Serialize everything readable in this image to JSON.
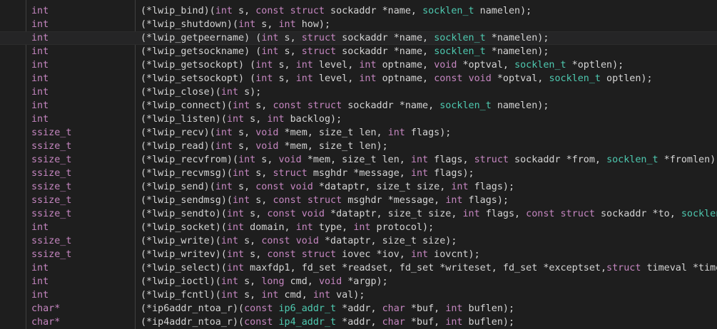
{
  "colors": {
    "background": "#1e1e1e",
    "current_line": "#252526",
    "keyword": "#c586c0",
    "type": "#4ec9b0",
    "text": "#d4d4d4"
  },
  "code_lines": [
    {
      "ret": [
        {
          "t": "int",
          "c": "kw"
        }
      ],
      "decl": [
        {
          "t": "(*lwip_bind)(",
          "c": "p"
        },
        {
          "t": "int",
          "c": "kw"
        },
        {
          "t": " s, ",
          "c": "p"
        },
        {
          "t": "const",
          "c": "kw"
        },
        {
          "t": " ",
          "c": "p"
        },
        {
          "t": "struct",
          "c": "kw"
        },
        {
          "t": " sockaddr *name, ",
          "c": "p"
        },
        {
          "t": "socklen_t",
          "c": "ty"
        },
        {
          "t": " namelen);",
          "c": "p"
        }
      ]
    },
    {
      "ret": [
        {
          "t": "int",
          "c": "kw"
        }
      ],
      "decl": [
        {
          "t": "(*lwip_shutdown)(",
          "c": "p"
        },
        {
          "t": "int",
          "c": "kw"
        },
        {
          "t": " s, ",
          "c": "p"
        },
        {
          "t": "int",
          "c": "kw"
        },
        {
          "t": " how);",
          "c": "p"
        }
      ]
    },
    {
      "ret": [
        {
          "t": "int",
          "c": "kw"
        }
      ],
      "decl": [
        {
          "t": "(*lwip_getpeername) (",
          "c": "p"
        },
        {
          "t": "int",
          "c": "kw"
        },
        {
          "t": " s, ",
          "c": "p"
        },
        {
          "t": "struct",
          "c": "kw"
        },
        {
          "t": " sockaddr *name, ",
          "c": "p"
        },
        {
          "t": "socklen_t",
          "c": "ty"
        },
        {
          "t": " *namelen);",
          "c": "p"
        }
      ],
      "current": true
    },
    {
      "ret": [
        {
          "t": "int",
          "c": "kw"
        }
      ],
      "decl": [
        {
          "t": "(*lwip_getsockname) (",
          "c": "p"
        },
        {
          "t": "int",
          "c": "kw"
        },
        {
          "t": " s, ",
          "c": "p"
        },
        {
          "t": "struct",
          "c": "kw"
        },
        {
          "t": " sockaddr *name, ",
          "c": "p"
        },
        {
          "t": "socklen_t",
          "c": "ty"
        },
        {
          "t": " *namelen);",
          "c": "p"
        }
      ]
    },
    {
      "ret": [
        {
          "t": "int",
          "c": "kw"
        }
      ],
      "decl": [
        {
          "t": "(*lwip_getsockopt) (",
          "c": "p"
        },
        {
          "t": "int",
          "c": "kw"
        },
        {
          "t": " s, ",
          "c": "p"
        },
        {
          "t": "int",
          "c": "kw"
        },
        {
          "t": " level, ",
          "c": "p"
        },
        {
          "t": "int",
          "c": "kw"
        },
        {
          "t": " optname, ",
          "c": "p"
        },
        {
          "t": "void",
          "c": "kw"
        },
        {
          "t": " *optval, ",
          "c": "p"
        },
        {
          "t": "socklen_t",
          "c": "ty"
        },
        {
          "t": " *optlen);",
          "c": "p"
        }
      ]
    },
    {
      "ret": [
        {
          "t": "int",
          "c": "kw"
        }
      ],
      "decl": [
        {
          "t": "(*lwip_setsockopt) (",
          "c": "p"
        },
        {
          "t": "int",
          "c": "kw"
        },
        {
          "t": " s, ",
          "c": "p"
        },
        {
          "t": "int",
          "c": "kw"
        },
        {
          "t": " level, ",
          "c": "p"
        },
        {
          "t": "int",
          "c": "kw"
        },
        {
          "t": " optname, ",
          "c": "p"
        },
        {
          "t": "const",
          "c": "kw"
        },
        {
          "t": " ",
          "c": "p"
        },
        {
          "t": "void",
          "c": "kw"
        },
        {
          "t": " *optval, ",
          "c": "p"
        },
        {
          "t": "socklen_t",
          "c": "ty"
        },
        {
          "t": " optlen);",
          "c": "p"
        }
      ]
    },
    {
      "ret": [
        {
          "t": "int",
          "c": "kw"
        }
      ],
      "decl": [
        {
          "t": "(*lwip_close)(",
          "c": "p"
        },
        {
          "t": "int",
          "c": "kw"
        },
        {
          "t": " s);",
          "c": "p"
        }
      ]
    },
    {
      "ret": [
        {
          "t": "int",
          "c": "kw"
        }
      ],
      "decl": [
        {
          "t": "(*lwip_connect)(",
          "c": "p"
        },
        {
          "t": "int",
          "c": "kw"
        },
        {
          "t": " s, ",
          "c": "p"
        },
        {
          "t": "const",
          "c": "kw"
        },
        {
          "t": " ",
          "c": "p"
        },
        {
          "t": "struct",
          "c": "kw"
        },
        {
          "t": " sockaddr *name, ",
          "c": "p"
        },
        {
          "t": "socklen_t",
          "c": "ty"
        },
        {
          "t": " namelen);",
          "c": "p"
        }
      ]
    },
    {
      "ret": [
        {
          "t": "int",
          "c": "kw"
        }
      ],
      "decl": [
        {
          "t": "(*lwip_listen)(",
          "c": "p"
        },
        {
          "t": "int",
          "c": "kw"
        },
        {
          "t": " s, ",
          "c": "p"
        },
        {
          "t": "int",
          "c": "kw"
        },
        {
          "t": " backlog);",
          "c": "p"
        }
      ]
    },
    {
      "ret": [
        {
          "t": "ssize_t",
          "c": "kw"
        }
      ],
      "decl": [
        {
          "t": "(*lwip_recv)(",
          "c": "p"
        },
        {
          "t": "int",
          "c": "kw"
        },
        {
          "t": " s, ",
          "c": "p"
        },
        {
          "t": "void",
          "c": "kw"
        },
        {
          "t": " *mem, size_t len, ",
          "c": "p"
        },
        {
          "t": "int",
          "c": "kw"
        },
        {
          "t": " flags);",
          "c": "p"
        }
      ]
    },
    {
      "ret": [
        {
          "t": "ssize_t",
          "c": "kw"
        }
      ],
      "decl": [
        {
          "t": "(*lwip_read)(",
          "c": "p"
        },
        {
          "t": "int",
          "c": "kw"
        },
        {
          "t": " s, ",
          "c": "p"
        },
        {
          "t": "void",
          "c": "kw"
        },
        {
          "t": " *mem, size_t len);",
          "c": "p"
        }
      ]
    },
    {
      "ret": [
        {
          "t": "ssize_t",
          "c": "kw"
        }
      ],
      "decl": [
        {
          "t": "(*lwip_recvfrom)(",
          "c": "p"
        },
        {
          "t": "int",
          "c": "kw"
        },
        {
          "t": " s, ",
          "c": "p"
        },
        {
          "t": "void",
          "c": "kw"
        },
        {
          "t": " *mem, size_t len, ",
          "c": "p"
        },
        {
          "t": "int",
          "c": "kw"
        },
        {
          "t": " flags, ",
          "c": "p"
        },
        {
          "t": "struct",
          "c": "kw"
        },
        {
          "t": " sockaddr *from, ",
          "c": "p"
        },
        {
          "t": "socklen_t",
          "c": "ty"
        },
        {
          "t": " *fromlen);",
          "c": "p"
        }
      ]
    },
    {
      "ret": [
        {
          "t": "ssize_t",
          "c": "kw"
        }
      ],
      "decl": [
        {
          "t": "(*lwip_recvmsg)(",
          "c": "p"
        },
        {
          "t": "int",
          "c": "kw"
        },
        {
          "t": " s, ",
          "c": "p"
        },
        {
          "t": "struct",
          "c": "kw"
        },
        {
          "t": " msghdr *message, ",
          "c": "p"
        },
        {
          "t": "int",
          "c": "kw"
        },
        {
          "t": " flags);",
          "c": "p"
        }
      ]
    },
    {
      "ret": [
        {
          "t": "ssize_t",
          "c": "kw"
        }
      ],
      "decl": [
        {
          "t": "(*lwip_send)(",
          "c": "p"
        },
        {
          "t": "int",
          "c": "kw"
        },
        {
          "t": " s, ",
          "c": "p"
        },
        {
          "t": "const",
          "c": "kw"
        },
        {
          "t": " ",
          "c": "p"
        },
        {
          "t": "void",
          "c": "kw"
        },
        {
          "t": " *dataptr, size_t size, ",
          "c": "p"
        },
        {
          "t": "int",
          "c": "kw"
        },
        {
          "t": " flags);",
          "c": "p"
        }
      ]
    },
    {
      "ret": [
        {
          "t": "ssize_t",
          "c": "kw"
        }
      ],
      "decl": [
        {
          "t": "(*lwip_sendmsg)(",
          "c": "p"
        },
        {
          "t": "int",
          "c": "kw"
        },
        {
          "t": " s, ",
          "c": "p"
        },
        {
          "t": "const",
          "c": "kw"
        },
        {
          "t": " ",
          "c": "p"
        },
        {
          "t": "struct",
          "c": "kw"
        },
        {
          "t": " msghdr *message, ",
          "c": "p"
        },
        {
          "t": "int",
          "c": "kw"
        },
        {
          "t": " flags);",
          "c": "p"
        }
      ]
    },
    {
      "ret": [
        {
          "t": "ssize_t",
          "c": "kw"
        }
      ],
      "decl": [
        {
          "t": "(*lwip_sendto)(",
          "c": "p"
        },
        {
          "t": "int",
          "c": "kw"
        },
        {
          "t": " s, ",
          "c": "p"
        },
        {
          "t": "const",
          "c": "kw"
        },
        {
          "t": " ",
          "c": "p"
        },
        {
          "t": "void",
          "c": "kw"
        },
        {
          "t": " *dataptr, size_t size, ",
          "c": "p"
        },
        {
          "t": "int",
          "c": "kw"
        },
        {
          "t": " flags, ",
          "c": "p"
        },
        {
          "t": "const",
          "c": "kw"
        },
        {
          "t": " ",
          "c": "p"
        },
        {
          "t": "struct",
          "c": "kw"
        },
        {
          "t": " sockaddr *to, ",
          "c": "p"
        },
        {
          "t": "socklen_t",
          "c": "ty"
        },
        {
          "t": " t",
          "c": "p"
        }
      ]
    },
    {
      "ret": [
        {
          "t": "int",
          "c": "kw"
        }
      ],
      "decl": [
        {
          "t": "(*lwip_socket)(",
          "c": "p"
        },
        {
          "t": "int",
          "c": "kw"
        },
        {
          "t": " domain, ",
          "c": "p"
        },
        {
          "t": "int",
          "c": "kw"
        },
        {
          "t": " type, ",
          "c": "p"
        },
        {
          "t": "int",
          "c": "kw"
        },
        {
          "t": " protocol);",
          "c": "p"
        }
      ]
    },
    {
      "ret": [
        {
          "t": "ssize_t",
          "c": "kw"
        }
      ],
      "decl": [
        {
          "t": "(*lwip_write)(",
          "c": "p"
        },
        {
          "t": "int",
          "c": "kw"
        },
        {
          "t": " s, ",
          "c": "p"
        },
        {
          "t": "const",
          "c": "kw"
        },
        {
          "t": " ",
          "c": "p"
        },
        {
          "t": "void",
          "c": "kw"
        },
        {
          "t": " *dataptr, size_t size);",
          "c": "p"
        }
      ]
    },
    {
      "ret": [
        {
          "t": "ssize_t",
          "c": "kw"
        }
      ],
      "decl": [
        {
          "t": "(*lwip_writev)(",
          "c": "p"
        },
        {
          "t": "int",
          "c": "kw"
        },
        {
          "t": " s, ",
          "c": "p"
        },
        {
          "t": "const",
          "c": "kw"
        },
        {
          "t": " ",
          "c": "p"
        },
        {
          "t": "struct",
          "c": "kw"
        },
        {
          "t": " iovec *iov, ",
          "c": "p"
        },
        {
          "t": "int",
          "c": "kw"
        },
        {
          "t": " iovcnt);",
          "c": "p"
        }
      ]
    },
    {
      "ret": [
        {
          "t": "int",
          "c": "kw"
        }
      ],
      "decl": [
        {
          "t": "(*lwip_select)(",
          "c": "p"
        },
        {
          "t": "int",
          "c": "kw"
        },
        {
          "t": " maxfdp1, fd_set *readset, fd_set *writeset, fd_set *exceptset,",
          "c": "p"
        },
        {
          "t": "struct",
          "c": "kw"
        },
        {
          "t": " timeval *timeout);",
          "c": "p"
        }
      ]
    },
    {
      "ret": [
        {
          "t": "int",
          "c": "kw"
        }
      ],
      "decl": [
        {
          "t": "(*lwip_ioctl)(",
          "c": "p"
        },
        {
          "t": "int",
          "c": "kw"
        },
        {
          "t": " s, ",
          "c": "p"
        },
        {
          "t": "long",
          "c": "kw"
        },
        {
          "t": " cmd, ",
          "c": "p"
        },
        {
          "t": "void",
          "c": "kw"
        },
        {
          "t": " *argp);",
          "c": "p"
        }
      ]
    },
    {
      "ret": [
        {
          "t": "int",
          "c": "kw"
        }
      ],
      "decl": [
        {
          "t": "(*lwip_fcntl)(",
          "c": "p"
        },
        {
          "t": "int",
          "c": "kw"
        },
        {
          "t": " s, ",
          "c": "p"
        },
        {
          "t": "int",
          "c": "kw"
        },
        {
          "t": " cmd, ",
          "c": "p"
        },
        {
          "t": "int",
          "c": "kw"
        },
        {
          "t": " val);",
          "c": "p"
        }
      ]
    },
    {
      "ret": [
        {
          "t": "char*",
          "c": "kw"
        }
      ],
      "decl": [
        {
          "t": "(*ip6addr_ntoa_r)(",
          "c": "p"
        },
        {
          "t": "const",
          "c": "kw"
        },
        {
          "t": " ",
          "c": "p"
        },
        {
          "t": "ip6_addr_t",
          "c": "ty"
        },
        {
          "t": " *addr, ",
          "c": "p"
        },
        {
          "t": "char",
          "c": "kw"
        },
        {
          "t": " *buf, ",
          "c": "p"
        },
        {
          "t": "int",
          "c": "kw"
        },
        {
          "t": " buflen);",
          "c": "p"
        }
      ]
    },
    {
      "ret": [
        {
          "t": "char*",
          "c": "kw"
        }
      ],
      "decl": [
        {
          "t": "(*ip4addr_ntoa_r)(",
          "c": "p"
        },
        {
          "t": "const",
          "c": "kw"
        },
        {
          "t": " ",
          "c": "p"
        },
        {
          "t": "ip4_addr_t",
          "c": "ty"
        },
        {
          "t": " *addr, ",
          "c": "p"
        },
        {
          "t": "char",
          "c": "kw"
        },
        {
          "t": " *buf, ",
          "c": "p"
        },
        {
          "t": "int",
          "c": "kw"
        },
        {
          "t": " buflen);",
          "c": "p"
        }
      ]
    }
  ]
}
